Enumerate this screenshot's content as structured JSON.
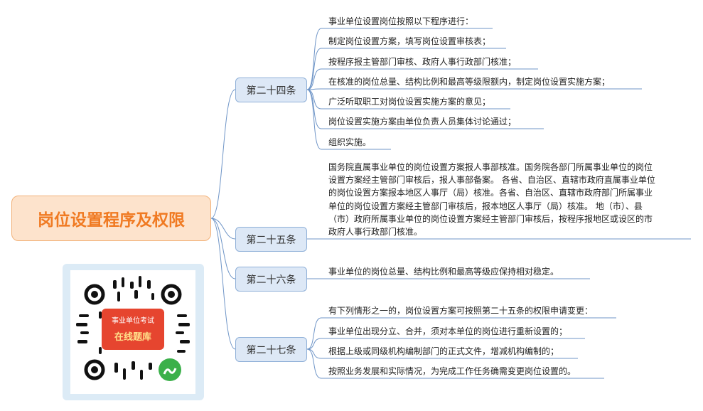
{
  "root": {
    "title": "岗位设置程序及权限"
  },
  "articles": [
    {
      "label": "第二十四条",
      "items": [
        "事业单位设置岗位按照以下程序进行：",
        "制定岗位设置方案，填写岗位设置审核表；",
        "按程序报主管部门审核、政府人事行政部门核准；",
        "在核准的岗位总量、结构比例和最高等级限额内，制定岗位设置实施方案；",
        "广泛听取职工对岗位设置实施方案的意见；",
        "岗位设置实施方案由单位负责人员集体讨论通过；",
        "组织实施。"
      ]
    },
    {
      "label": "第二十五条",
      "text": "国务院直属事业单位的岗位设置方案报人事部核准。国务院各部门所属事业单位的岗位\n设置方案经主管部门审核后，报人事部备案。 各省、自治区、直辖市政府直属事业单位\n的岗位设置方案报本地区人事厅（局）核准。各省、自治区、直辖市政府部门所属事业\n单位的岗位设置方案经主管部门审核后，报本地区人事厅（局）核准。 地（市）、县\n（市）政府所属事业单位的岗位设置方案经主管部门审核后，按程序报地区或设区的市\n政府人事行政部门核准。"
    },
    {
      "label": "第二十六条",
      "items": [
        "事业单位的岗位总量、结构比例和最高等级应保持相对稳定。"
      ]
    },
    {
      "label": "第二十七条",
      "items": [
        "有下列情形之一的，岗位设置方案可按照第二十五条的权限申请变更：",
        "事业单位出现分立、合并，须对本单位的岗位进行重新设置的；",
        "根据上级或同级机构编制部门的正式文件，增减机构编制的；",
        "按照业务发展和实际情况，为完成工作任务确需变更岗位设置的。"
      ]
    }
  ],
  "qr": {
    "line1": "事业单位考试",
    "line2": "在线题库",
    "colors": {
      "card": "#dcebf6",
      "accent": "#e6452f"
    }
  }
}
